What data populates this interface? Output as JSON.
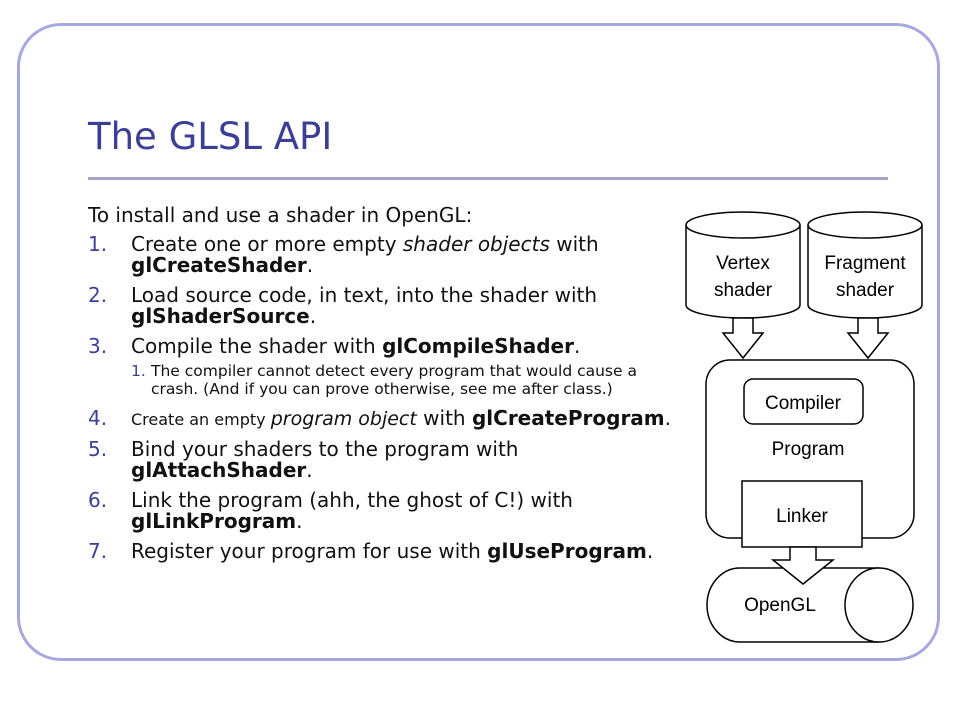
{
  "slide": {
    "title": "The GLSL API",
    "intro": "To install and use a shader in OpenGL:",
    "steps": [
      {
        "num": "1.",
        "pre": "Create one or more empty ",
        "em": "shader objects",
        "post": " with ",
        "code": "glCreateShader",
        "end": "."
      },
      {
        "num": "2.",
        "pre": "Load source code, in text, into the shader with ",
        "code": "glShaderSource",
        "end": "."
      },
      {
        "num": "3.",
        "pre": "Compile the shader with ",
        "code": "glCompileShader",
        "end": ".",
        "sub": [
          {
            "num": "1.",
            "text": "The compiler cannot detect every program that would cause a crash.  (And if you can prove otherwise, see me after class.)"
          }
        ]
      },
      {
        "num": "4.",
        "pre": "Create an empty ",
        "em": "program object",
        "post": " with ",
        "code": "glCreateProgram",
        "end": "."
      },
      {
        "num": "5.",
        "pre": "Bind your shaders to the program with ",
        "code": "glAttachShader",
        "end": "."
      },
      {
        "num": "6.",
        "pre": "Link the program (ahh, the ghost of C!) with ",
        "code": "glLinkProgram",
        "end": "."
      },
      {
        "num": "7.",
        "pre": "Register your program for use with ",
        "code": "glUseProgram",
        "end": "."
      }
    ]
  },
  "diagram": {
    "vertex_line1": "Vertex",
    "vertex_line2": "shader",
    "fragment_line1": "Fragment",
    "fragment_line2": "shader",
    "compiler": "Compiler",
    "program": "Program",
    "linker": "Linker",
    "opengl": "OpenGL"
  },
  "colors": {
    "title": "#3b3f96",
    "frame": "#a8a8e0",
    "rule": "#a4a4c4",
    "shape_fill": "#ffffff",
    "shape_stroke": "#000000"
  }
}
